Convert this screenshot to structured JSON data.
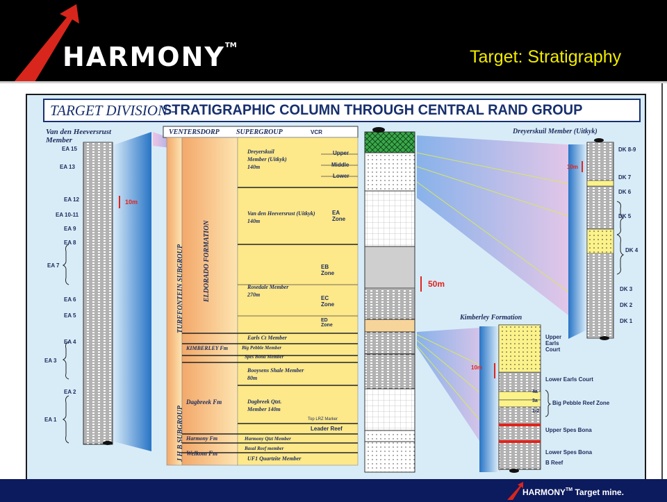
{
  "slide": {
    "logo": "HARMONY",
    "logo_tm": "TM",
    "title": "Target: Stratigraphy",
    "footer_brand": "HARMONY",
    "footer_tm": "TM",
    "footer_text": "Target mine.",
    "colors": {
      "header_bg": "#000000",
      "title_color": "#f2ec00",
      "arrow": "#d8261c",
      "footer_bg": "#0c1a5e"
    }
  },
  "figure": {
    "title_a": "TARGET DIVISION -",
    "title_b": "STRATIGRAPHIC COLUMN THROUGH CENTRAL RAND GROUP",
    "left": {
      "header": "Van den Heeversrust Member",
      "units": [
        "EA 15",
        "EA 13",
        "EA 12",
        "EA 10-11",
        "EA 9",
        "EA 8",
        "EA 7",
        "EA 6",
        "EA 5",
        "EA 4",
        "EA 3",
        "EA 2",
        "EA 1"
      ],
      "scale": "10m"
    },
    "middle": {
      "top_a": "VENTERSDORP",
      "top_b": "SUPERGROUP",
      "top_c": "VCR",
      "turffontein": "TURFFONTEIN SUBGROUP",
      "eldorado": "ELDORADO FORMATION",
      "jhb": "J H B SUBGROUP",
      "kimberley_fm": "KIMBERLEY Fm",
      "dagbreek_fm": "Dagbreek Fm",
      "harmony_fm": "Harmony Fm",
      "welkom_fm": "Welkom Fm",
      "dreyerskuil": "Dreyerskuil Member (Uitkyk) 140m",
      "upper": "Upper",
      "middle": "Middle",
      "lower": "Lower",
      "vdh": "Van den Heeversrust (Uitkyk) 140m",
      "ea_zone": "EA Zone",
      "rosedale": "Rosedale Member 270m",
      "eb_zone": "EB Zone",
      "ec_zone": "EC Zone",
      "ed_zone": "ED Zone",
      "earls_ct": "Earls Ct Member",
      "big_pebble": "Big Pebble Member",
      "spes_bona": "Spes Bona Member",
      "booysens": "Booysens Shale Member 80m",
      "dagbreek": "Dagbreek Qtzt. Member 140m",
      "top_lrz": "Top LRZ Marker",
      "leader_reef": "Leader Reef",
      "harmony_qtzt": "Harmony Qtzt Member",
      "basal_reef": "Basal Reef member",
      "uf1": "UF1 Quartzite Member",
      "scale": "50m"
    },
    "right": {
      "header": "Dreyerskuil Member (Uitkyk)",
      "units": [
        "DK 8-9",
        "DK 7",
        "DK 6",
        "DK 5",
        "DK 4",
        "DK 3",
        "DK 2",
        "DK 1"
      ],
      "scale": "10m"
    },
    "kimberley": {
      "header": "Kimberley Formation",
      "units": [
        "Upper Earls Court",
        "Lower Earls Court",
        "Big Pebble Reef Zone",
        "Upper Spes Bona",
        "Lower Spes Bona",
        "B Reef"
      ],
      "sub": [
        "4a",
        "3a",
        "1-2"
      ],
      "scale": "10m"
    }
  }
}
